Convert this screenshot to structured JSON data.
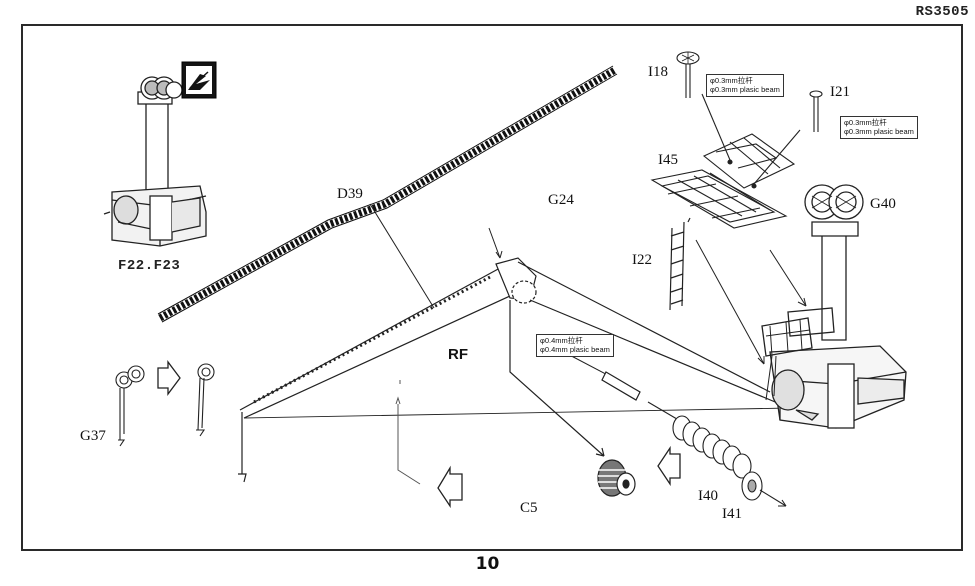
{
  "header": {
    "code": "RS3505"
  },
  "footer": {
    "page_number": "10"
  },
  "labels": {
    "f22_f23": "F22.F23",
    "d39": "D39",
    "g24": "G24",
    "i18": "I18",
    "i21": "I21",
    "i45": "I45",
    "g40": "G40",
    "i22": "I22",
    "rf": "RF",
    "g37": "G37",
    "c5": "C5",
    "i40": "I40",
    "i41": "I41"
  },
  "notes": {
    "i18_note": {
      "line1": "φ0.3mm拉杆",
      "line2": "φ0.3mm plasic beam"
    },
    "i21_note": {
      "line1": "φ0.3mm拉杆",
      "line2": "φ0.3mm plasic beam"
    },
    "rf_note": {
      "line1": "φ0.4mm拉杆",
      "line2": "φ0.4mm plasic beam"
    }
  }
}
